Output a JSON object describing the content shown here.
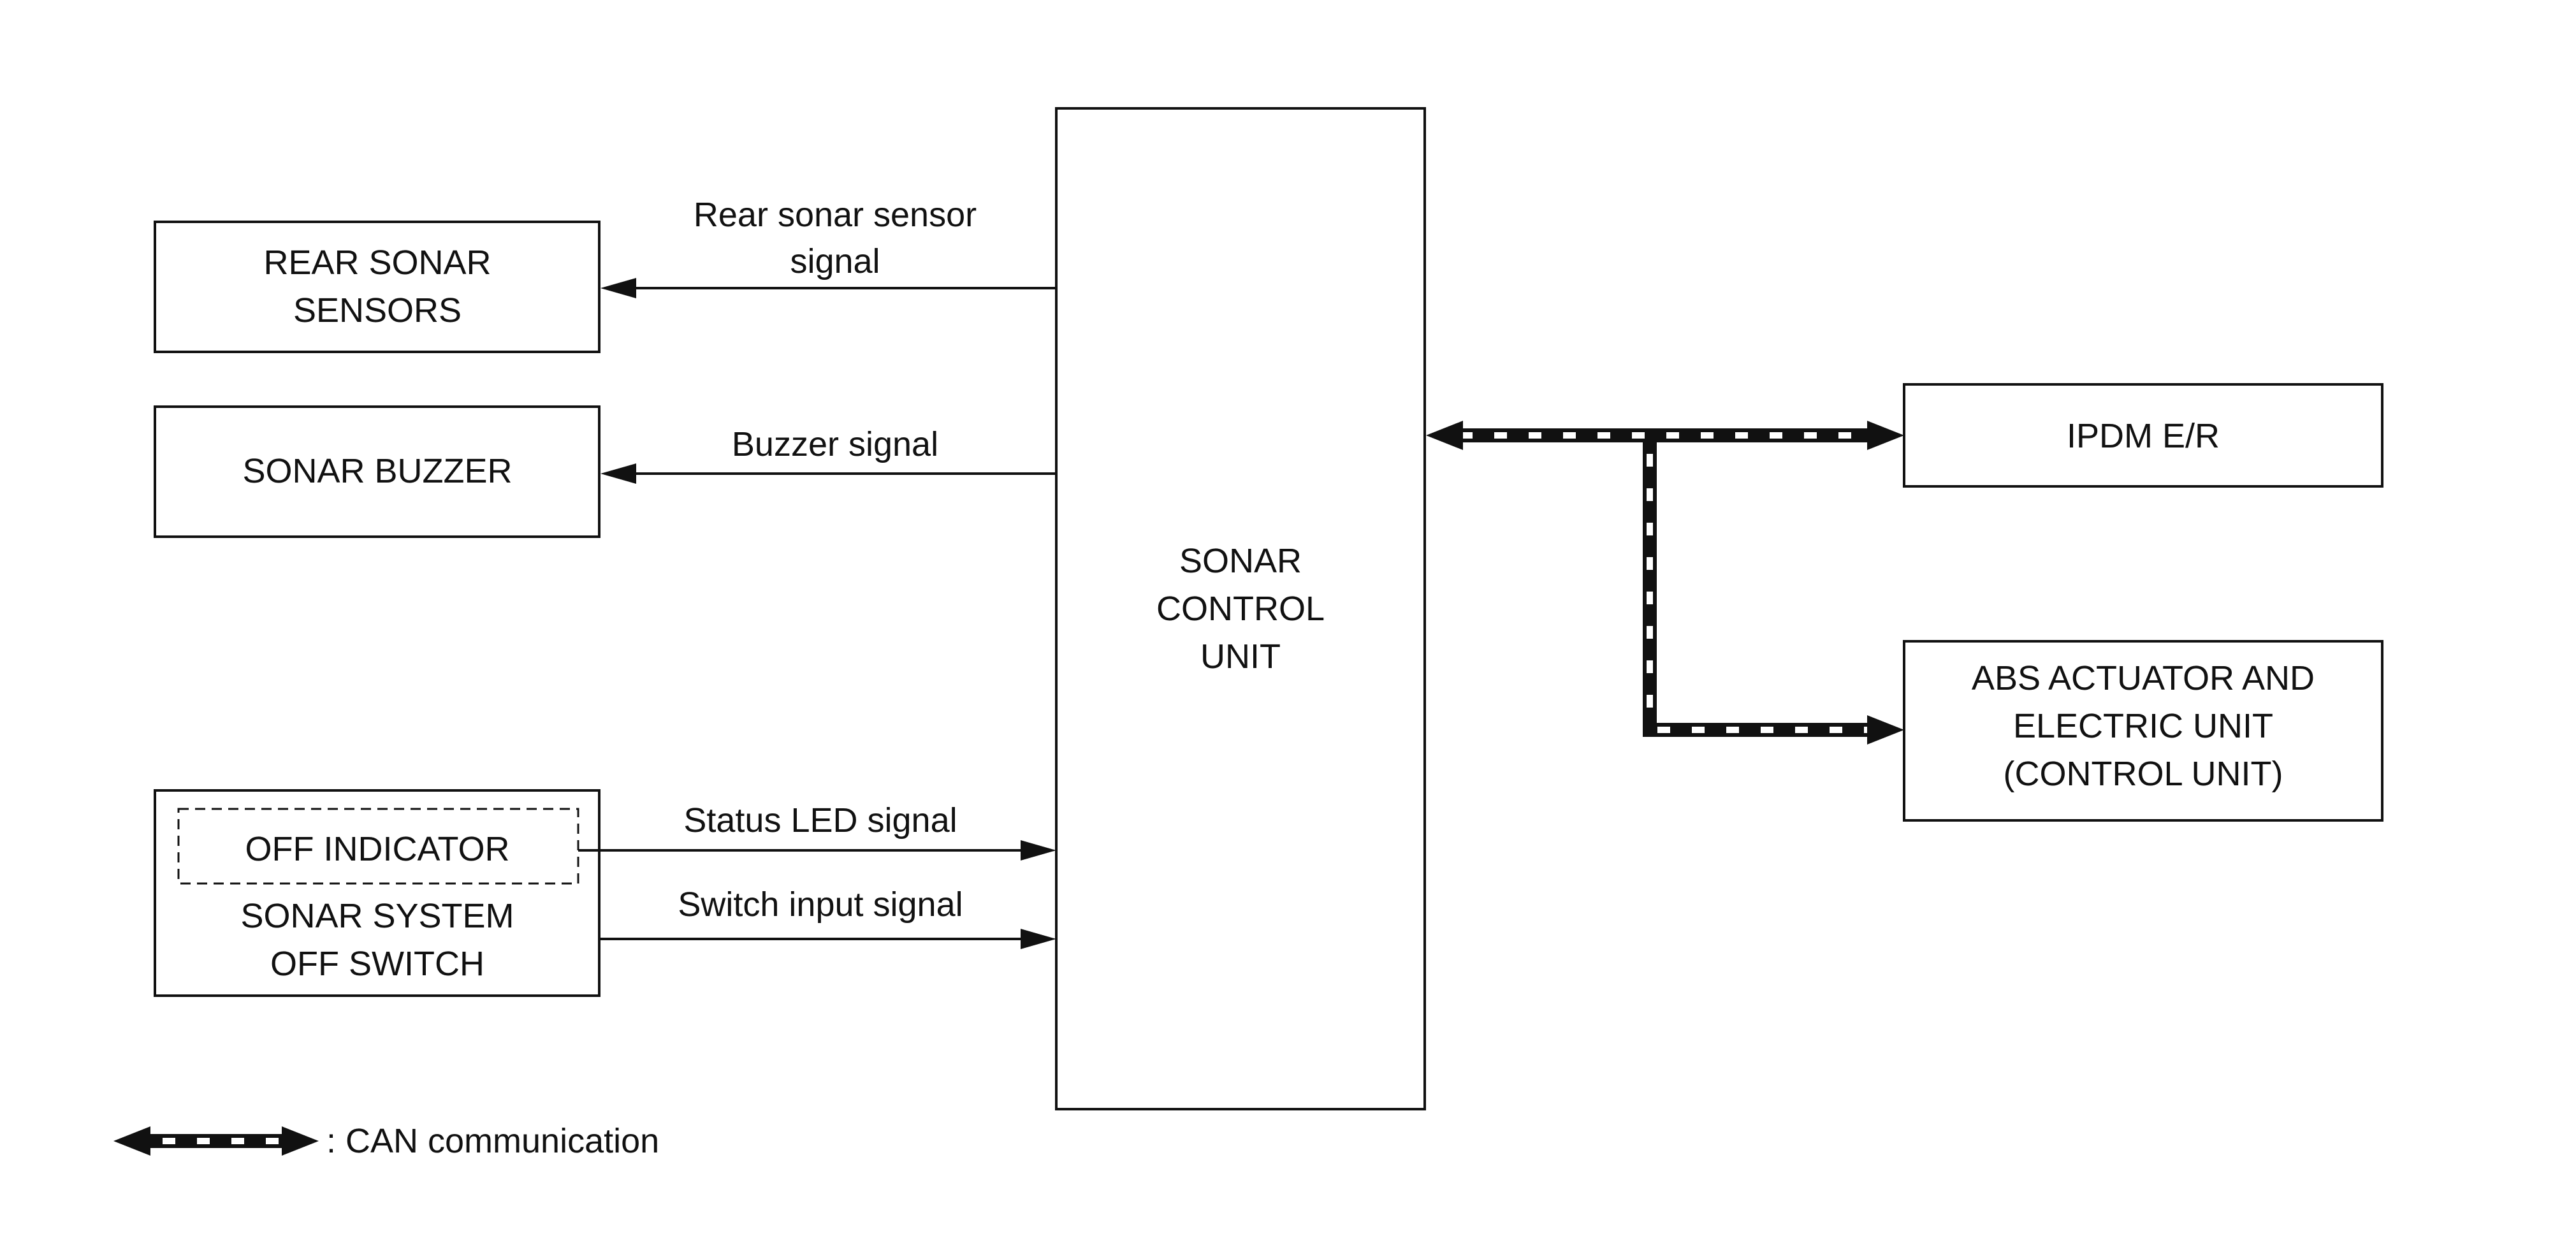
{
  "blocks": {
    "rear_sonar_sensors": [
      "REAR SONAR",
      "SENSORS"
    ],
    "sonar_buzzer": [
      "SONAR BUZZER"
    ],
    "off_indicator": [
      "OFF INDICATOR"
    ],
    "sonar_system_off_switch": [
      "SONAR SYSTEM",
      "OFF SWITCH"
    ],
    "sonar_control_unit": [
      "SONAR",
      "CONTROL",
      "UNIT"
    ],
    "ipdm_er": [
      "IPDM E/R"
    ],
    "abs_actuator": [
      "ABS ACTUATOR AND",
      "ELECTRIC UNIT",
      "(CONTROL UNIT)"
    ]
  },
  "signals": {
    "rear_sonar_sensor_signal": [
      "Rear sonar sensor",
      "signal"
    ],
    "buzzer_signal": [
      "Buzzer signal"
    ],
    "status_led_signal": [
      "Status LED signal"
    ],
    "switch_input_signal": [
      "Switch input signal"
    ]
  },
  "legend": {
    "can_label": ": CAN communication"
  }
}
